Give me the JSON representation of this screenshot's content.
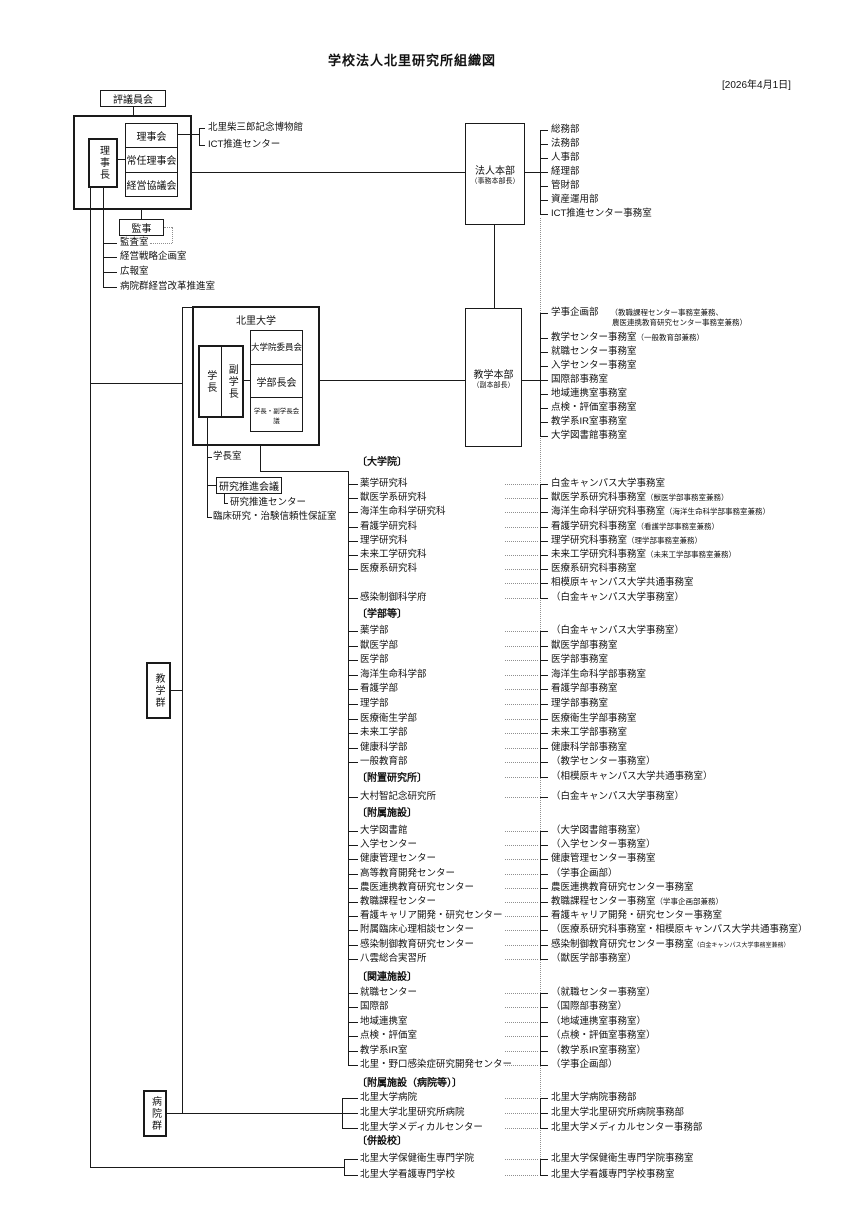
{
  "title": "学校法人北里研究所組織図",
  "date": "[2026年4月1日]",
  "governance": {
    "council": "評議員会",
    "chair": "理事長",
    "boards": [
      "理事会",
      "常任理事会",
      "経営協議会"
    ],
    "board_attached": [
      "北里柴三郎記念博物館",
      "ICT推進センター"
    ],
    "auditor": "監事",
    "chair_offices": [
      "監査室",
      "経営戦略企画室",
      "広報室",
      "病院群経営改革推進室"
    ]
  },
  "corporate_hq": {
    "name": "法人本部",
    "role": "（事務本部長）",
    "departments": [
      "総務部",
      "法務部",
      "人事部",
      "経理部",
      "管財部",
      "資産運用部",
      "ICT推進センター事務室"
    ]
  },
  "academic_hq": {
    "name": "教学本部",
    "role": "（副本部長）",
    "offices": [
      {
        "label": "学事企画部",
        "note": "（教職課程センター事務室兼務、",
        "note2": "農医連携教育研究センター事務室兼務）"
      },
      {
        "label": "教学センター事務室",
        "note": "（一般教育部兼務）"
      },
      {
        "label": "就職センター事務室"
      },
      {
        "label": "入学センター事務室"
      },
      {
        "label": "国際部事務室"
      },
      {
        "label": "地域連携室事務室"
      },
      {
        "label": "点検・評価室事務室"
      },
      {
        "label": "教学系IR室事務室"
      },
      {
        "label": "大学図書館事務室"
      }
    ]
  },
  "university": {
    "name": "北里大学",
    "president": "学長",
    "vice_president": "副学長",
    "councils": [
      "大学院委員会",
      "学部長会",
      "学長・副学長会議"
    ],
    "president_offices": [
      "学長室",
      "研究推進会議",
      "研究推進センター",
      "臨床研究・治験信頼性保証室"
    ]
  },
  "groups": {
    "academic": "教学群",
    "hospital": "病院群"
  },
  "sections": [
    {
      "heading": "〔大学院〕",
      "rows": [
        {
          "left": "薬学研究科",
          "right": "白金キャンパス大学事務室"
        },
        {
          "left": "獣医学系研究科",
          "right": "獣医学系研究科事務室",
          "rnote": "（獣医学部事務室兼務）"
        },
        {
          "left": "海洋生命科学研究科",
          "right": "海洋生命科学研究科事務室",
          "rnote": "（海洋生命科学部事務室兼務）"
        },
        {
          "left": "看護学研究科",
          "right": "看護学研究科事務室",
          "rnote": "（看護学部事務室兼務）"
        },
        {
          "left": "理学研究科",
          "right": "理学研究科事務室",
          "rnote": "（理学部事務室兼務）"
        },
        {
          "left": "未来工学研究科",
          "right": "未来工学研究科事務室",
          "rnote": "（未来工学部事務室兼務）"
        },
        {
          "left": "医療系研究科",
          "right": "医療系研究科事務室"
        },
        {
          "left": "",
          "right": "相模原キャンパス大学共通事務室"
        },
        {
          "left": "感染制御科学府",
          "right": "（白金キャンパス大学事務室）"
        }
      ]
    },
    {
      "heading": "〔学部等〕",
      "rows": [
        {
          "left": "薬学部",
          "right": "（白金キャンパス大学事務室）"
        },
        {
          "left": "獣医学部",
          "right": "獣医学部事務室"
        },
        {
          "left": "医学部",
          "right": "医学部事務室"
        },
        {
          "left": "海洋生命科学部",
          "right": "海洋生命科学部事務室"
        },
        {
          "left": "看護学部",
          "right": "看護学部事務室"
        },
        {
          "left": "理学部",
          "right": "理学部事務室"
        },
        {
          "left": "医療衛生学部",
          "right": "医療衛生学部事務室"
        },
        {
          "left": "未来工学部",
          "right": "未来工学部事務室"
        },
        {
          "left": "健康科学部",
          "right": "健康科学部事務室"
        },
        {
          "left": "一般教育部",
          "right": "（教学センター事務室）"
        },
        {
          "left": "",
          "right": "（相模原キャンパス大学共通事務室）"
        }
      ]
    },
    {
      "heading": "〔附置研究所〕",
      "rows": [
        {
          "left": "大村智記念研究所",
          "right": "（白金キャンパス大学事務室）"
        }
      ]
    },
    {
      "heading": "〔附属施設〕",
      "rows": [
        {
          "left": "大学図書館",
          "right": "（大学図書館事務室）"
        },
        {
          "left": "入学センター",
          "right": "（入学センター事務室）"
        },
        {
          "left": "健康管理センター",
          "right": "健康管理センター事務室"
        },
        {
          "left": "高等教育開発センター",
          "right": "（学事企画部）"
        },
        {
          "left": "農医連携教育研究センター",
          "right": "農医連携教育研究センター事務室"
        },
        {
          "left": "教職課程センター",
          "right": "教職課程センター事務室",
          "rnote": "（学事企画部兼務）"
        },
        {
          "left": "看護キャリア開発・研究センター",
          "right": "看護キャリア開発・研究センター事務室"
        },
        {
          "left": "附属臨床心理相談センター",
          "right": "（医療系研究科事務室・相模原キャンパス大学共通事務室）"
        },
        {
          "left": "感染制御教育研究センター",
          "right": "感染制御教育研究センター事務室",
          "rsmall": "（白金キャンパス大学事務室兼務）"
        },
        {
          "left": "八雲総合実習所",
          "right": "（獣医学部事務室）"
        }
      ]
    },
    {
      "heading": "〔関連施設〕",
      "rows": [
        {
          "left": "就職センター",
          "right": "（就職センター事務室）"
        },
        {
          "left": "国際部",
          "right": "（国際部事務室）"
        },
        {
          "left": "地域連携室",
          "right": "（地域連携室事務室）"
        },
        {
          "left": "点検・評価室",
          "right": "（点検・評価室事務室）"
        },
        {
          "left": "教学系IR室",
          "right": "（教学系IR室事務室）"
        },
        {
          "left": "北里・野口感染症研究開発センター",
          "right": "（学事企画部）"
        }
      ]
    },
    {
      "heading": "〔附属施設（病院等）〕",
      "rows": [
        {
          "left": "北里大学病院",
          "right": "北里大学病院事務部"
        },
        {
          "left": "北里大学北里研究所病院",
          "right": "北里大学北里研究所病院事務部"
        },
        {
          "left": "北里大学メディカルセンター",
          "right": "北里大学メディカルセンター事務部"
        }
      ]
    },
    {
      "heading": "〔併設校〕",
      "rows": [
        {
          "left": "北里大学保健衛生専門学院",
          "right": "北里大学保健衛生専門学院事務室"
        },
        {
          "left": "北里大学看護専門学校",
          "right": "北里大学看護専門学校事務室"
        }
      ]
    }
  ]
}
